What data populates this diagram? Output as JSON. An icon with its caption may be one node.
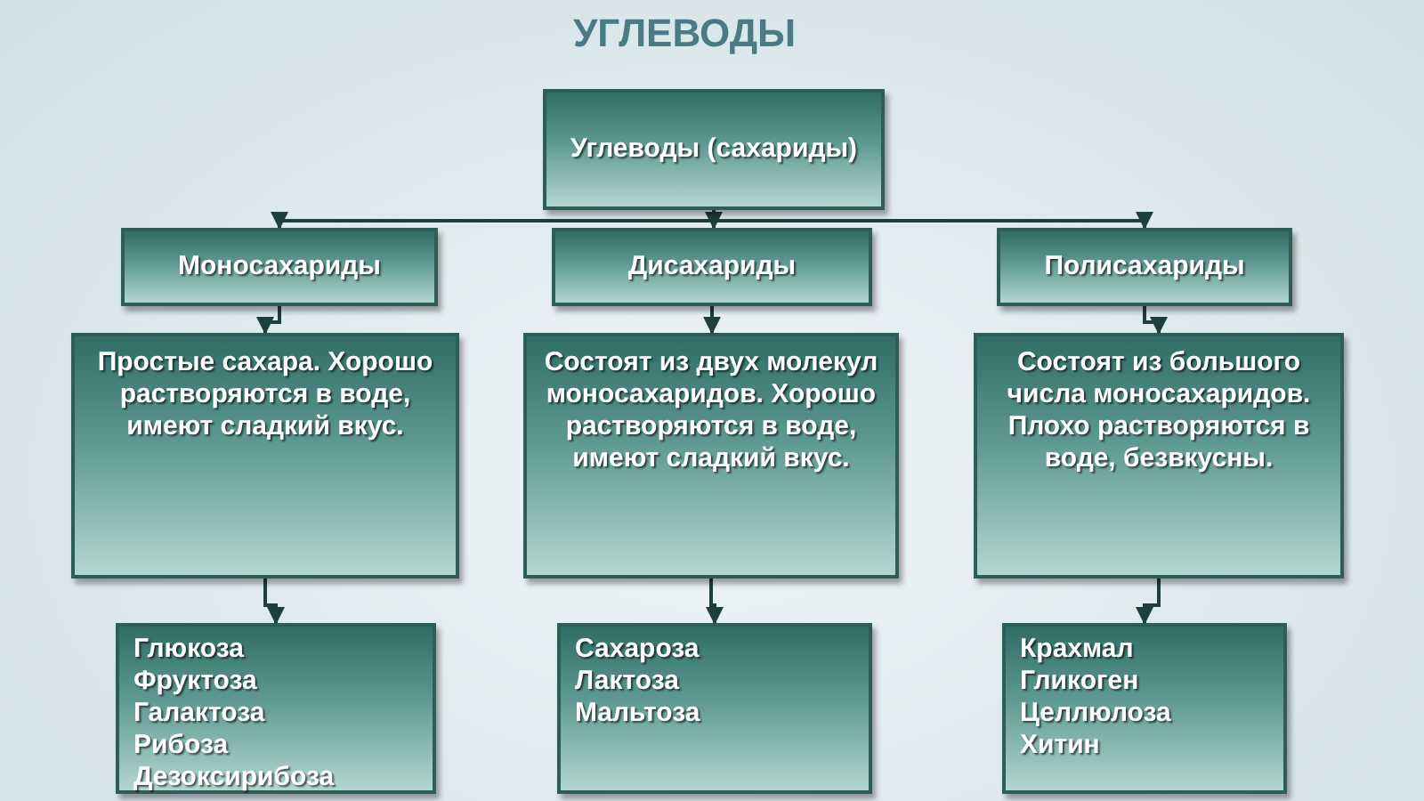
{
  "diagram": {
    "title": "УГЛЕВОДЫ",
    "nodes": [
      {
        "text": [
          "Углеводы (сахариды)"
        ]
      },
      {
        "text": [
          "Моносахариды"
        ]
      },
      {
        "text": [
          "Дисахариды"
        ]
      },
      {
        "text": [
          "Полисахариды"
        ]
      },
      {
        "text": [
          "Простые сахара. Хорошо растворяются в воде, имеют сладкий вкус."
        ]
      },
      {
        "text": [
          "Состоят из двух молекул моносахаридов. Хорошо растворяются в воде, имеют сладкий вкус."
        ]
      },
      {
        "text": [
          "Состоят из большого числа моносахаридов. Плохо растворяются в воде, безвкусны."
        ]
      },
      {
        "text": [
          "Глюкоза",
          "Фруктоза",
          "Галактоза",
          "Рибоза",
          "Дезоксирибоза"
        ]
      },
      {
        "text": [
          "Сахароза",
          "Лактоза",
          "Мальтоза"
        ]
      },
      {
        "text": [
          "Крахмал",
          "Гликоген",
          "Целлюлоза",
          "Хитин"
        ]
      }
    ],
    "edges": [
      {
        "from": 0,
        "to": 1,
        "arrow": "to"
      },
      {
        "from": 0,
        "to": 2,
        "arrow": "to"
      },
      {
        "from": 0,
        "to": 3,
        "arrow": "to"
      },
      {
        "from": 1,
        "to": 4,
        "arrow": "to"
      },
      {
        "from": 2,
        "to": 5,
        "arrow": "to"
      },
      {
        "from": 3,
        "to": 6,
        "arrow": "to"
      },
      {
        "from": 4,
        "to": 7,
        "arrow": "to"
      },
      {
        "from": 5,
        "to": 8,
        "arrow": "to"
      },
      {
        "from": 6,
        "to": 9,
        "arrow": "to"
      }
    ]
  }
}
